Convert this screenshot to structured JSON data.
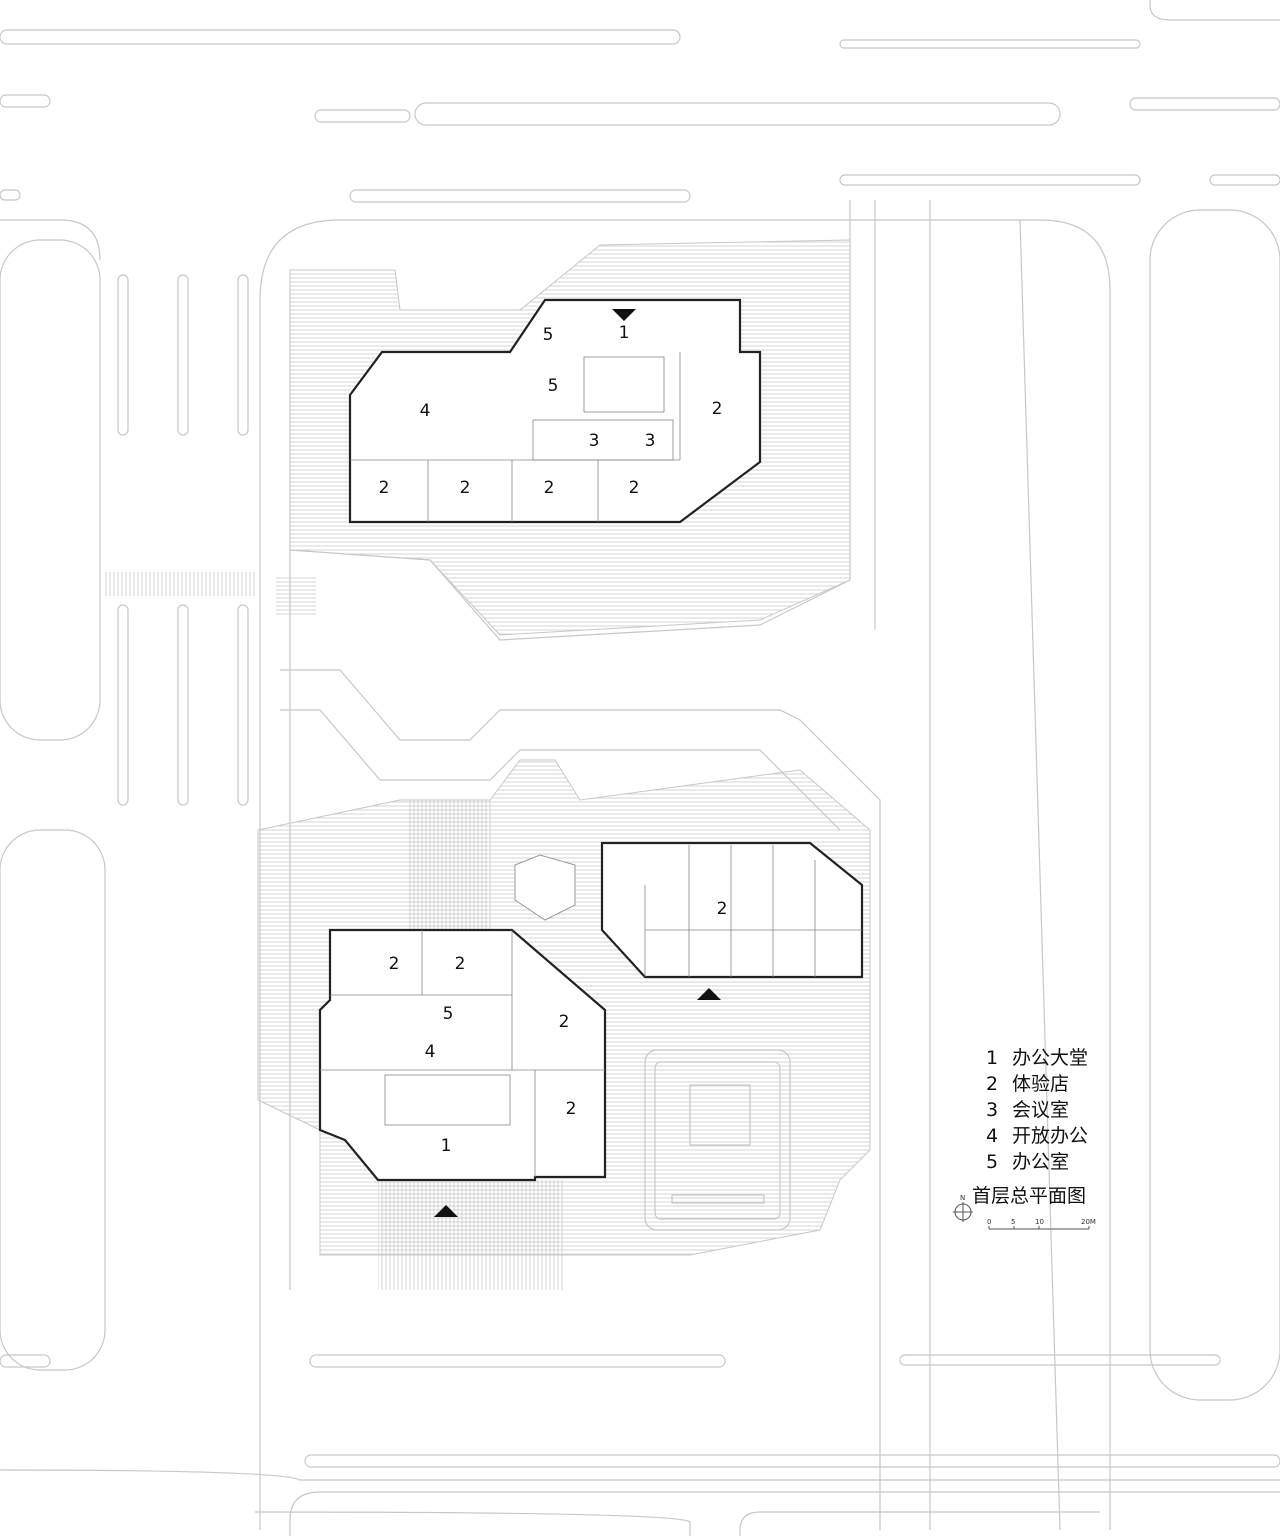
{
  "legend": {
    "items": [
      {
        "num": "1",
        "label": "办公大堂"
      },
      {
        "num": "2",
        "label": "体验店"
      },
      {
        "num": "3",
        "label": "会议室"
      },
      {
        "num": "4",
        "label": "开放办公"
      },
      {
        "num": "5",
        "label": "办公室"
      }
    ],
    "title": "首层总平面图",
    "north": "N",
    "scale": [
      "0",
      "5",
      "10",
      "20M"
    ]
  },
  "rooms": {
    "north_building": [
      "5",
      "1",
      "5",
      "4",
      "2",
      "3",
      "3",
      "2",
      "2",
      "2",
      "2"
    ],
    "southwest_building": [
      "2",
      "2",
      "5",
      "2",
      "4",
      "2",
      "1"
    ],
    "southeast_building": [
      "2"
    ]
  },
  "colors": {
    "line": "#222222",
    "road": "#c8c8c8",
    "hatch": "#bdbdbd"
  }
}
